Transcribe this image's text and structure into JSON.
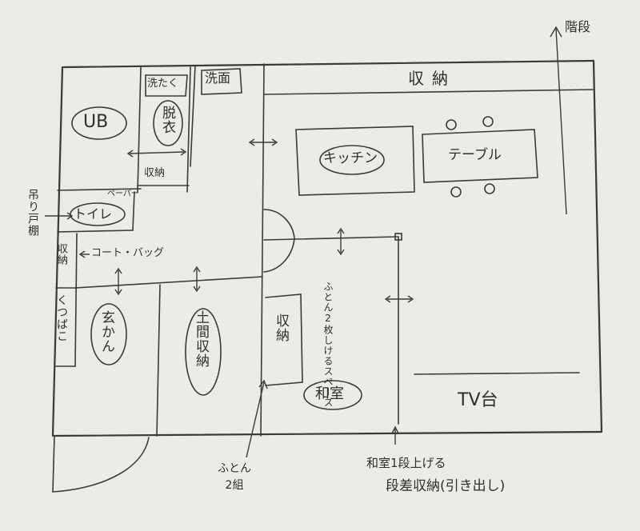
{
  "labels": {
    "stairs": "階段",
    "storage_top": "収納",
    "laundry": "洗たく",
    "washbasin": "洗面",
    "undressing": "脱衣",
    "unit_bath": "UB",
    "storage_small": "収納",
    "paper": "ペーパー",
    "hanging_cabinet": "吊り戸棚",
    "toilet": "トイレ",
    "coat_bag": "コート・バッグ",
    "storage_left": "収納",
    "shoes": "くつばこ",
    "entrance": "玄かん",
    "doma_storage": "土間収納",
    "kitchen": "キッチン",
    "table": "テーブル",
    "storage_washitsu": "収納",
    "futon_space": "ふとん2枚しけるスペース",
    "washitsu": "和室",
    "tv_stand": "TV台",
    "futon_sets": "ふとん\n2組",
    "raise_note": "和室1段上げる",
    "step_storage": "段差収納(引き出し)"
  }
}
